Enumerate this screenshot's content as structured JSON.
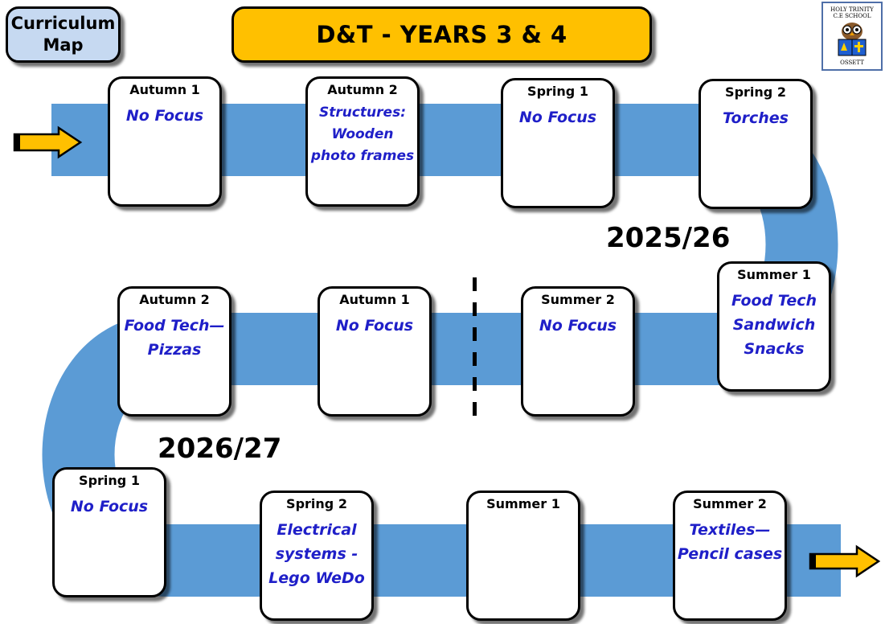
{
  "header": {
    "badge_line1": "Curriculum",
    "badge_line2": "Map",
    "title": "D&T - YEARS 3 & 4"
  },
  "logo": {
    "line1": "HOLY TRINITY",
    "line2": "C.E SCHOOL",
    "line3": "OSSETT"
  },
  "years": {
    "first": "2025/26",
    "second": "2026/27"
  },
  "colors": {
    "road": "#5b9bd5",
    "arrow": "#ffc000",
    "topic_text": "#1f1fc8",
    "badge_bg": "#c6d9f1",
    "title_bg": "#ffc000"
  },
  "row1": [
    {
      "term": "Autumn 1",
      "topic": "No Focus"
    },
    {
      "term": "Autumn 2",
      "topic": "Structures:\nWooden\nphoto frames"
    },
    {
      "term": "Spring 1",
      "topic": "No Focus"
    },
    {
      "term": "Spring 2",
      "topic": "Torches"
    }
  ],
  "row2": [
    {
      "term": "Autumn 2",
      "topic": "Food Tech—\nPizzas"
    },
    {
      "term": "Autumn 1",
      "topic": "No Focus"
    },
    {
      "term": "Summer 2",
      "topic": "No Focus"
    },
    {
      "term": "Summer 1",
      "topic": "Food Tech\nSandwich\nSnacks"
    }
  ],
  "row3": [
    {
      "term": "Spring 1",
      "topic": "No Focus"
    },
    {
      "term": "Spring 2",
      "topic": "Electrical\nsystems -\nLego WeDo"
    },
    {
      "term": "Summer 1",
      "topic": ""
    },
    {
      "term": "Summer 2",
      "topic": "Textiles—\nPencil cases"
    }
  ]
}
